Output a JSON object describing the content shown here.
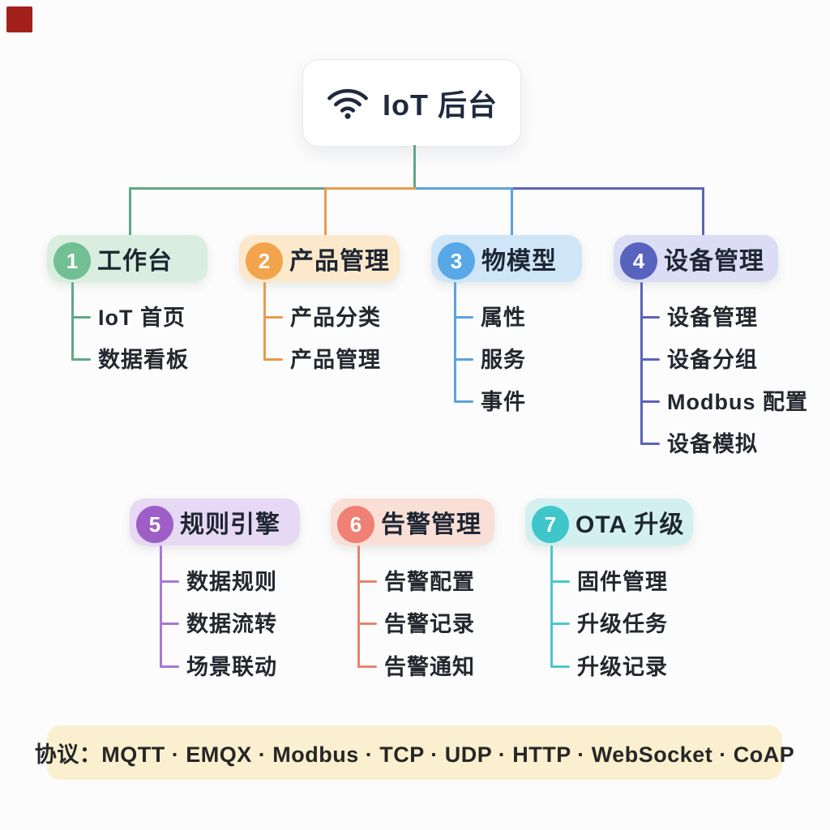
{
  "meta": {
    "canvas_bg": "#FCFCFC"
  },
  "recording_marker": {
    "color": "#A3201A"
  },
  "root": {
    "title": "IoT 后台",
    "icon": "wifi-icon",
    "colors": {
      "text": "#1F2A3D",
      "border": "#E5E8EC",
      "line": "#5FA985"
    }
  },
  "branches": [
    {
      "number": "1",
      "title": "工作台",
      "children": [
        "IoT 首页",
        "数据看板"
      ],
      "colors": {
        "line": "#5FA985",
        "circle": "#72BF94",
        "bg": "#D9EEDF"
      }
    },
    {
      "number": "2",
      "title": "产品管理",
      "children": [
        "产品分类",
        "产品管理"
      ],
      "colors": {
        "line": "#E89B4E",
        "circle": "#F2A44C",
        "bg": "#FCE9CB"
      }
    },
    {
      "number": "3",
      "title": "物模型",
      "children": [
        "属性",
        "服务",
        "事件"
      ],
      "colors": {
        "line": "#5BA3DC",
        "circle": "#58A7E6",
        "bg": "#CFE5F8"
      }
    },
    {
      "number": "4",
      "title": "设备管理",
      "children": [
        "设备管理",
        "设备分组",
        "Modbus 配置",
        "设备模拟"
      ],
      "colors": {
        "line": "#5A64B8",
        "circle": "#5763BD",
        "bg": "#DADDF4"
      }
    },
    {
      "number": "5",
      "title": "规则引擎",
      "children": [
        "数据规则",
        "数据流转",
        "场景联动"
      ],
      "colors": {
        "line": "#A878D2",
        "circle": "#9D5FC6",
        "bg": "#E7D8F4"
      }
    },
    {
      "number": "6",
      "title": "告警管理",
      "children": [
        "告警配置",
        "告警记录",
        "告警通知"
      ],
      "colors": {
        "line": "#E8826F",
        "circle": "#EE8173",
        "bg": "#FADFD6"
      }
    },
    {
      "number": "7",
      "title": "OTA 升级",
      "children": [
        "固件管理",
        "升级任务",
        "升级记录"
      ],
      "colors": {
        "line": "#4FC6CA",
        "circle": "#3EC6CB",
        "bg": "#D2F0EF"
      }
    }
  ],
  "protocol_bar": {
    "label": "协议",
    "items": [
      "MQTT",
      "EMQX",
      "Modbus",
      "TCP",
      "UDP",
      "HTTP",
      "WebSocket",
      "CoAP"
    ],
    "text": "协议：MQTT · EMQX · Modbus · TCP · UDP · HTTP · WebSocket · CoAP",
    "colors": {
      "bg": "#FAF0CF",
      "text": "#262626"
    }
  }
}
